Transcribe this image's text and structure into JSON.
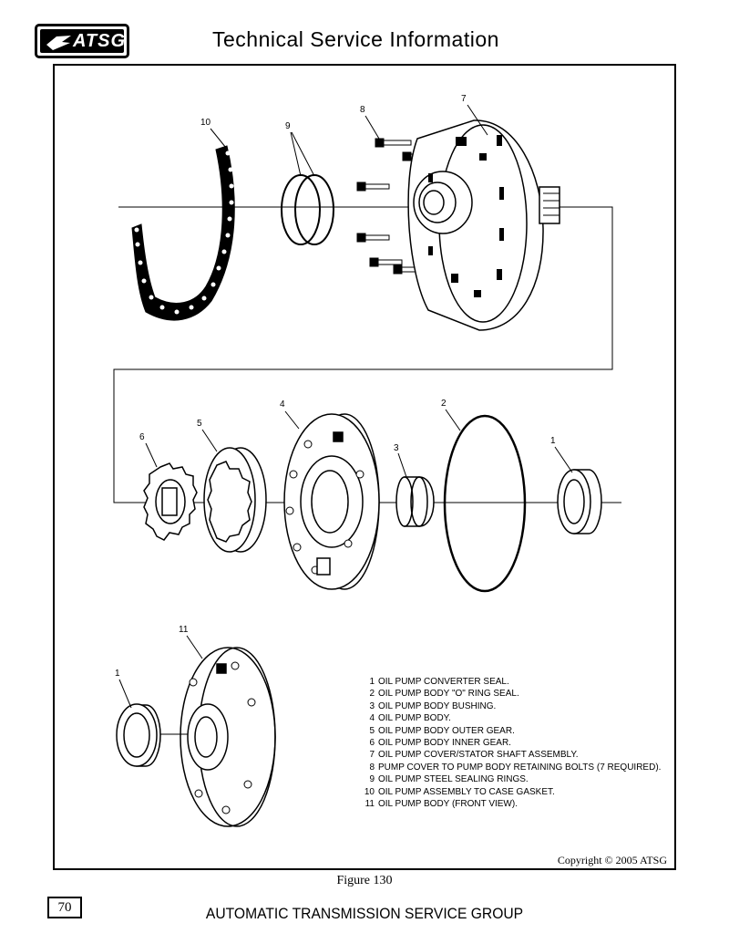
{
  "header": {
    "logo_text": "ATSG",
    "title": "Technical Service Information"
  },
  "callouts": {
    "c10": "10",
    "c9": "9",
    "c8": "8",
    "c7": "7",
    "c4": "4",
    "c2": "2",
    "c6": "6",
    "c5": "5",
    "c3": "3",
    "c1a": "1",
    "c11": "11",
    "c1b": "1"
  },
  "legend": [
    {
      "num": "1",
      "text": "OIL PUMP CONVERTER SEAL."
    },
    {
      "num": "2",
      "text": "OIL PUMP BODY \"O\" RING SEAL."
    },
    {
      "num": "3",
      "text": "OIL PUMP BODY BUSHING."
    },
    {
      "num": "4",
      "text": "OIL PUMP BODY."
    },
    {
      "num": "5",
      "text": "OIL PUMP BODY OUTER GEAR."
    },
    {
      "num": "6",
      "text": "OIL PUMP BODY INNER GEAR."
    },
    {
      "num": "7",
      "text": "OIL PUMP COVER/STATOR SHAFT ASSEMBLY."
    },
    {
      "num": "8",
      "text": "PUMP COVER TO PUMP BODY RETAINING BOLTS  (7 REQUIRED)."
    },
    {
      "num": "9",
      "text": "OIL PUMP STEEL SEALING RINGS."
    },
    {
      "num": "10",
      "text": "OIL PUMP ASSEMBLY TO CASE GASKET."
    },
    {
      "num": "11",
      "text": "OIL PUMP BODY  (FRONT VIEW)."
    }
  ],
  "copyright": "Copyright © 2005 ATSG",
  "figure_caption": "Figure 130",
  "footer": {
    "page_number": "70",
    "title": "AUTOMATIC TRANSMISSION SERVICE GROUP"
  }
}
